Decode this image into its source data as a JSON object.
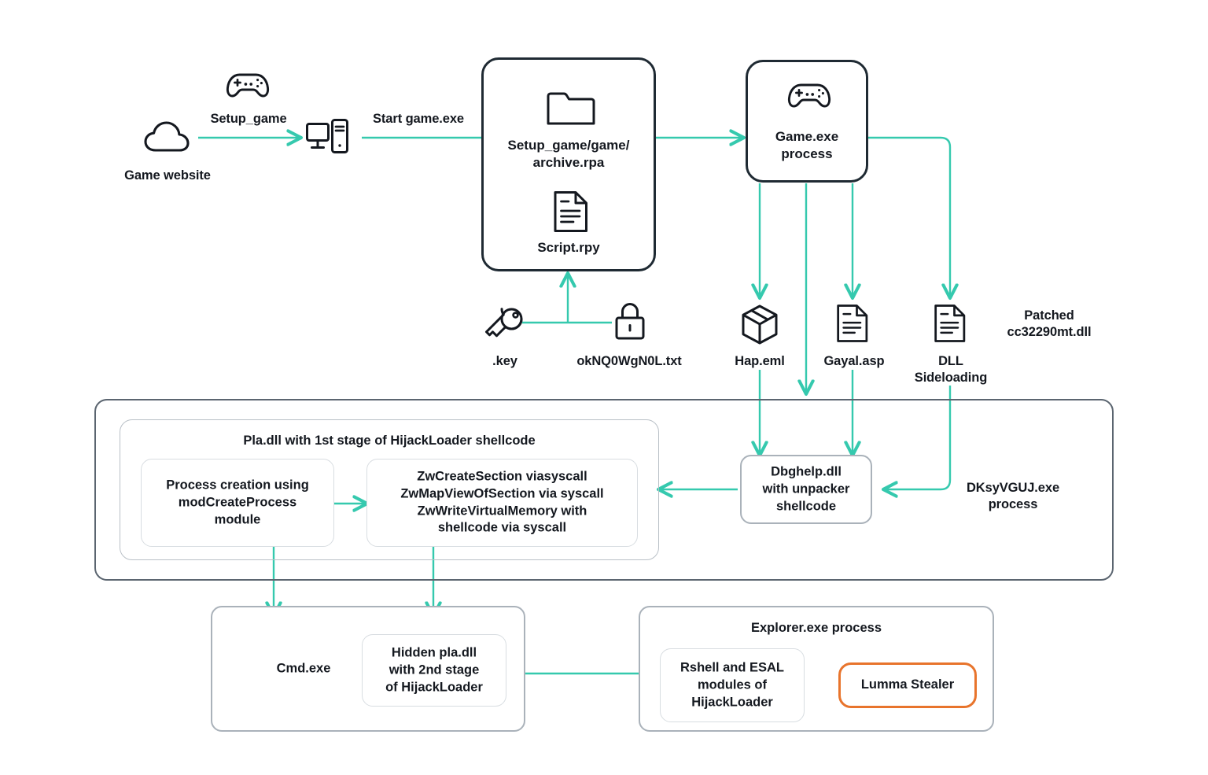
{
  "meta": {
    "title": "Lumma Stealer infection chain via fake game installer",
    "accent_teal": "#35c9ae",
    "accent_orange": "#e8742c",
    "ink": "#14181f",
    "border_dark": "#1f2a33",
    "border_grey": "#aab2ba",
    "background": "#ffffff"
  },
  "nodes": {
    "game_website": {
      "label": "Game website",
      "icon": "cloud-icon"
    },
    "gamepad_top": {
      "icon": "gamepad-icon"
    },
    "victim_pc": {
      "icon": "desktop-computer-icon"
    },
    "setup_box": {
      "folder_label": "Setup_game/game/\narchive.rpa",
      "folder_icon": "folder-icon",
      "script_label": "Script.rpy",
      "script_icon": "document-icon"
    },
    "game_process": {
      "label": "Game.exe\nprocess",
      "icon": "gamepad-icon"
    },
    "key_file": {
      "label": ".key",
      "icon": "key-icon"
    },
    "lock_file": {
      "label": "okNQ0WgN0L.txt",
      "icon": "padlock-icon"
    },
    "hap_eml": {
      "label": "Hap.eml",
      "icon": "package-icon"
    },
    "gayal_asp": {
      "label": "Gayal.asp",
      "icon": "document-icon"
    },
    "dll_side": {
      "label": "DLL\nSideloading",
      "icon": "document-icon"
    },
    "patched_dll": {
      "label": "Patched\ncc32290mt.dll"
    },
    "pla_outer": {
      "label": ""
    },
    "pla_mid": {
      "label": "Pla.dll with 1st stage of HijackLoader shellcode"
    },
    "pla_left": {
      "label": "Process creation using\nmodCreateProcess\nmodule"
    },
    "pla_right": {
      "label": "ZwCreateSection viasyscall\nZwMapViewOfSection via syscall\nZwWriteVirtualMemory with\nshellcode via syscall"
    },
    "dbghelp": {
      "label": "Dbghelp.dll\nwith unpacker\nshellcode"
    },
    "dksy": {
      "label": "DKsyVGUJ.exe\nprocess"
    },
    "cmd_exe": {
      "label": "Cmd.exe"
    },
    "hidden_pla": {
      "label": "Hidden pla.dll\nwith 2nd stage\nof HijackLoader"
    },
    "explorer": {
      "label": "Explorer.exe process"
    },
    "rshell": {
      "label": "Rshell and ESAL\nmodules of\nHijackLoader"
    },
    "lumma": {
      "label": "Lumma Stealer"
    }
  },
  "edges": {
    "website_to_pc": {
      "label": "Setup_game"
    },
    "pc_to_setup": {
      "label": "Start game.exe"
    }
  }
}
